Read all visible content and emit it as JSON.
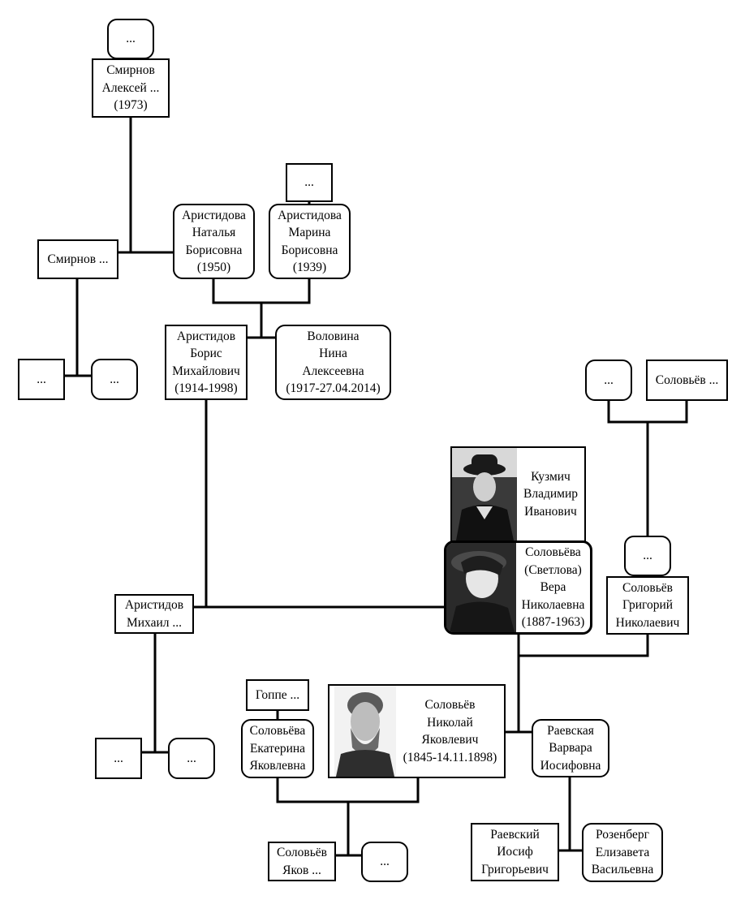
{
  "nodes": {
    "smirnov_top_parent": {
      "text": "..."
    },
    "smirnov_aleksey": {
      "text": "Смирнов\nАлексей ...\n(1973)"
    },
    "aristidova_marina_parent": {
      "text": "..."
    },
    "smirnov": {
      "text": "Смирнов ..."
    },
    "aristidova_natalya": {
      "text": "Аристидова\nНаталья\nБорисовна\n(1950)"
    },
    "aristidova_marina": {
      "text": "Аристидова\nМарина\nБорисовна\n(1939)"
    },
    "smirnov_father": {
      "text": "..."
    },
    "smirnov_mother": {
      "text": "..."
    },
    "aristidov_boris": {
      "text": "Аристидов\nБорис\nМихайлович\n(1914-1998)"
    },
    "volovina_nina": {
      "text": "Воловина\nНина\nАлексеевна\n(1917-27.04.2014)"
    },
    "solovyev_grigoriy_mother": {
      "text": "..."
    },
    "solovyev_grigoriy_father": {
      "text": "Соловьёв ..."
    },
    "kuzmich_vladimir": {
      "text": "Кузмич\nВладимир\nИванович"
    },
    "solovyeva_vera": {
      "text": "Соловьёва\n(Светлова)\nВера\nНиколаевна\n(1887-1963)"
    },
    "solovyev_grigoriy_spouse": {
      "text": "..."
    },
    "solovyev_grigoriy": {
      "text": "Соловьёв\nГригорий\nНиколаевич"
    },
    "aristidov_mikhail": {
      "text": "Аристидов\nМихаил ..."
    },
    "goppe": {
      "text": "Гоппе ..."
    },
    "solovyev_nikolay": {
      "text": "Соловьёв\nНиколай\nЯковлевич\n(1845-14.11.1898)"
    },
    "aristidov_mikhail_father": {
      "text": "..."
    },
    "aristidov_mikhail_mother": {
      "text": "..."
    },
    "solovyeva_ekaterina": {
      "text": "Соловьёва\nЕкатерина\nЯковлевна"
    },
    "raevskaya_varvara": {
      "text": "Раевская\nВарвара\nИосифовна"
    },
    "solovyev_yakov": {
      "text": "Соловьёв\nЯков ..."
    },
    "solovyev_yakov_spouse": {
      "text": "..."
    },
    "raevskiy_iosif": {
      "text": "Раевский\nИосиф\nГригорьевич"
    },
    "rozenberg_elizaveta": {
      "text": "Розенберг\nЕлизавета\nВасильевна"
    }
  },
  "colors": {
    "line": "#000000",
    "border": "#000000",
    "background": "#ffffff",
    "photo_dark": "#2a2a2a"
  }
}
